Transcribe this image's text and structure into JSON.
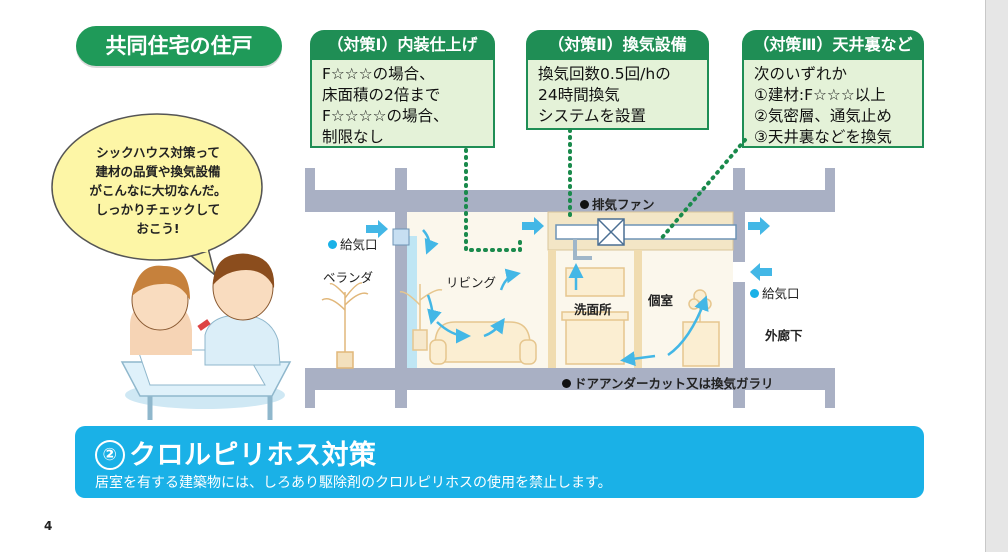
{
  "section_pill": "共同住宅の住戸",
  "measures": [
    {
      "header": "（対策Ⅰ）内装仕上げ",
      "lines": [
        "F☆☆☆の場合、",
        "床面積の2倍まで",
        "F☆☆☆☆の場合、",
        "制限なし"
      ]
    },
    {
      "header": "（対策Ⅱ）換気設備",
      "lines": [
        "換気回数0.5回/hの",
        "24時間換気",
        "システムを設置"
      ]
    },
    {
      "header": "（対策Ⅲ）天井裏など",
      "lines": [
        "次のいずれか",
        "①建材:F☆☆☆以上",
        "②気密層、通気止め",
        "③天井裏などを換気"
      ]
    }
  ],
  "speech_bubble": [
    "シックハウス対策って",
    "建材の品質や換気設備",
    "がこんなに大切なんだ。",
    "しっかりチェックして",
    "おこう!"
  ],
  "diagram": {
    "supply_left": "給気口",
    "veranda": "ベランダ",
    "living": "リビング",
    "exhaust_fan": "排気ファン",
    "washroom": "洗面所",
    "private_room": "個室",
    "supply_right": "給気口",
    "outer_corridor": "外廊下",
    "door_undercut": "ドアアンダーカット又は換気ガラリ"
  },
  "banner": {
    "number": "②",
    "title": "クロルピリホス対策",
    "subtitle": "居室を有する建築物には、しろあり駆除剤のクロルピリホスの使用を禁止します。"
  },
  "page_number": "4",
  "colors": {
    "green": "#1f8e55",
    "light_green": "#e4f2d8",
    "banner_blue": "#1ab1e7",
    "arrow_blue": "#43b7e6",
    "dot_green": "#1a8a4c"
  }
}
